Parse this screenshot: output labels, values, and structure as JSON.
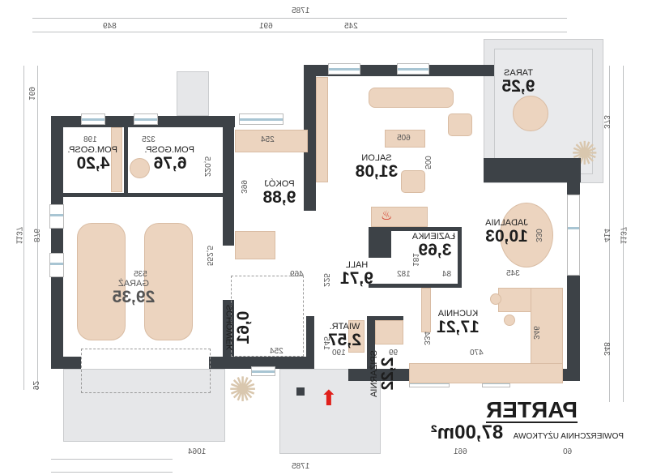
{
  "title": {
    "plan": "PARTER",
    "subtitle": "POWIERZCHNIA UŻYTKOWA",
    "area": "87,00m²"
  },
  "rooms": [
    {
      "name": "POM.GOSP.",
      "area": "4,20"
    },
    {
      "name": "POM.GOSP.",
      "area": "6,76"
    },
    {
      "name": "POKÓJ",
      "area": "9,88"
    },
    {
      "name": "SALON",
      "area": "31,08"
    },
    {
      "name": "TARAS",
      "area": "9,25"
    },
    {
      "name": "JADALNIA",
      "area": "10,03"
    },
    {
      "name": "ŁAZIENKA",
      "area": "3,69"
    },
    {
      "name": "HALL",
      "area": "9,71"
    },
    {
      "name": "KUCHNIA",
      "area": "17,21"
    },
    {
      "name": "WIATR.",
      "area": "2,57"
    },
    {
      "name": "SPIŻARNIA",
      "area": "2,22"
    },
    {
      "name": "SCHOWEK",
      "area": "0,61"
    },
    {
      "name": "GARAŻ",
      "area": "29,35"
    }
  ],
  "dimensions": {
    "top_total": "1785",
    "top": [
      "849",
      "691",
      "245"
    ],
    "bottom_total": "1785",
    "bottom": [
      "1064",
      "661",
      "60"
    ],
    "left_total": "1137",
    "left": [
      "169",
      "876",
      "92"
    ],
    "right_total": "1137",
    "right": [
      "373",
      "414",
      "348"
    ],
    "inner": [
      "198",
      "325",
      "220,5",
      "254",
      "399",
      "605",
      "500",
      "330",
      "345",
      "181",
      "182",
      "84",
      "469",
      "225",
      "470",
      "334",
      "346",
      "190",
      "145",
      "99",
      "254",
      "535",
      "552,5"
    ]
  },
  "colors": {
    "wall": "#3d4247",
    "furniture": "#ecd4bf",
    "entrance_arrow": "#e0201b"
  }
}
